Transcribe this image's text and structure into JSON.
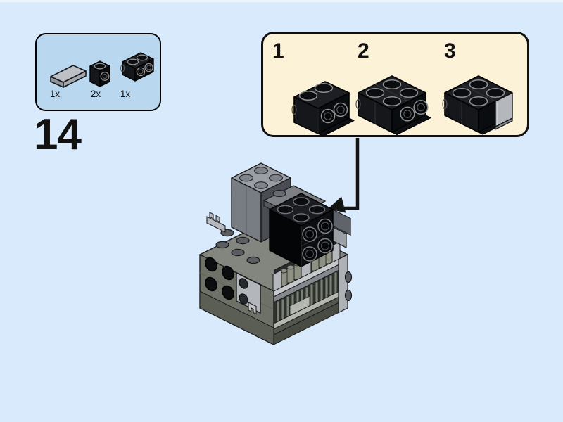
{
  "page": {
    "step_number": "14",
    "background_color": "#d8eafb"
  },
  "parts_panel": {
    "background_color": "#b9d8f0",
    "items": [
      {
        "part": "light-gray-1x2-tile",
        "quantity": "1x"
      },
      {
        "part": "black-1x1-headlight-brick",
        "quantity": "2x"
      },
      {
        "part": "black-1x2-brick-with-side-studs",
        "quantity": "1x"
      }
    ]
  },
  "substep_panel": {
    "background_color": "#fbf2d8",
    "steps": [
      {
        "label": "1",
        "shows": "black-1x2-brick-with-side-studs"
      },
      {
        "label": "2",
        "shows": "two-black-bricks-joined-into-2x2-assembly"
      },
      {
        "label": "3",
        "shows": "assembly-with-light-gray-tile-on-side"
      }
    ]
  },
  "arrow": {
    "from": "substep-panel",
    "to": "black-assembly-on-model"
  },
  "model": {
    "shows": "partially-built-brickheadz-body-with-black-side-stud-assembly-placed-on-top",
    "colors": {
      "black": "#121417",
      "dark_gray": "#5c6065",
      "light_gray": "#b4b8bd",
      "grille_gray": "#7c8073",
      "body_gray": "#6d7168"
    }
  }
}
